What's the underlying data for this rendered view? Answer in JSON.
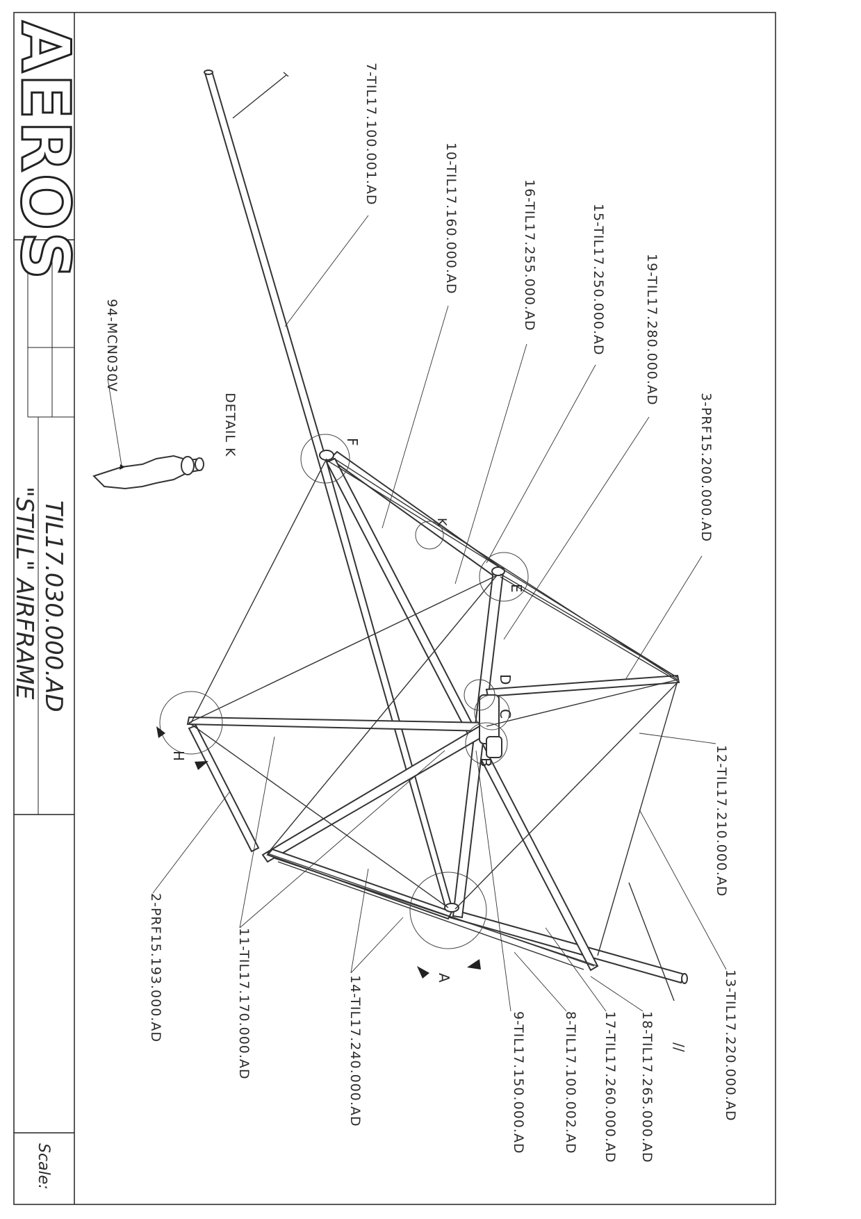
{
  "title_block": {
    "logo": "AEROS",
    "drawing_number": "TIL17.030.000.AD",
    "drawing_title": "\"STILL\" AIRFRAME",
    "scale_label": "Scale:"
  },
  "detail_k": {
    "label": "DETAIL K",
    "part": "94-MCN030V"
  },
  "callouts": [
    "7-TIL17.100.001.AD",
    "10-TIL17.160.000.AD",
    "16-TIL17.255.000.AD",
    "15-TIL17.250.000.AD",
    "19-TIL17.280.000.AD",
    "3-PRF15.200.000.AD",
    "12-TIL17.210.000.AD",
    "13-TIL17.220.000.AD",
    "18-TIL17.265.000.AD",
    "17-TIL17.260.000.AD",
    "8-TIL17.100.002.AD",
    "9-TIL17.150.000.AD",
    "14-TIL17.240.000.AD",
    "11-TIL17.170.000.AD",
    "2-PRF15.193.000.AD"
  ],
  "detail_markers": [
    "A",
    "B",
    "C",
    "D",
    "E",
    "F",
    "H",
    "K"
  ],
  "view_mark": "//"
}
